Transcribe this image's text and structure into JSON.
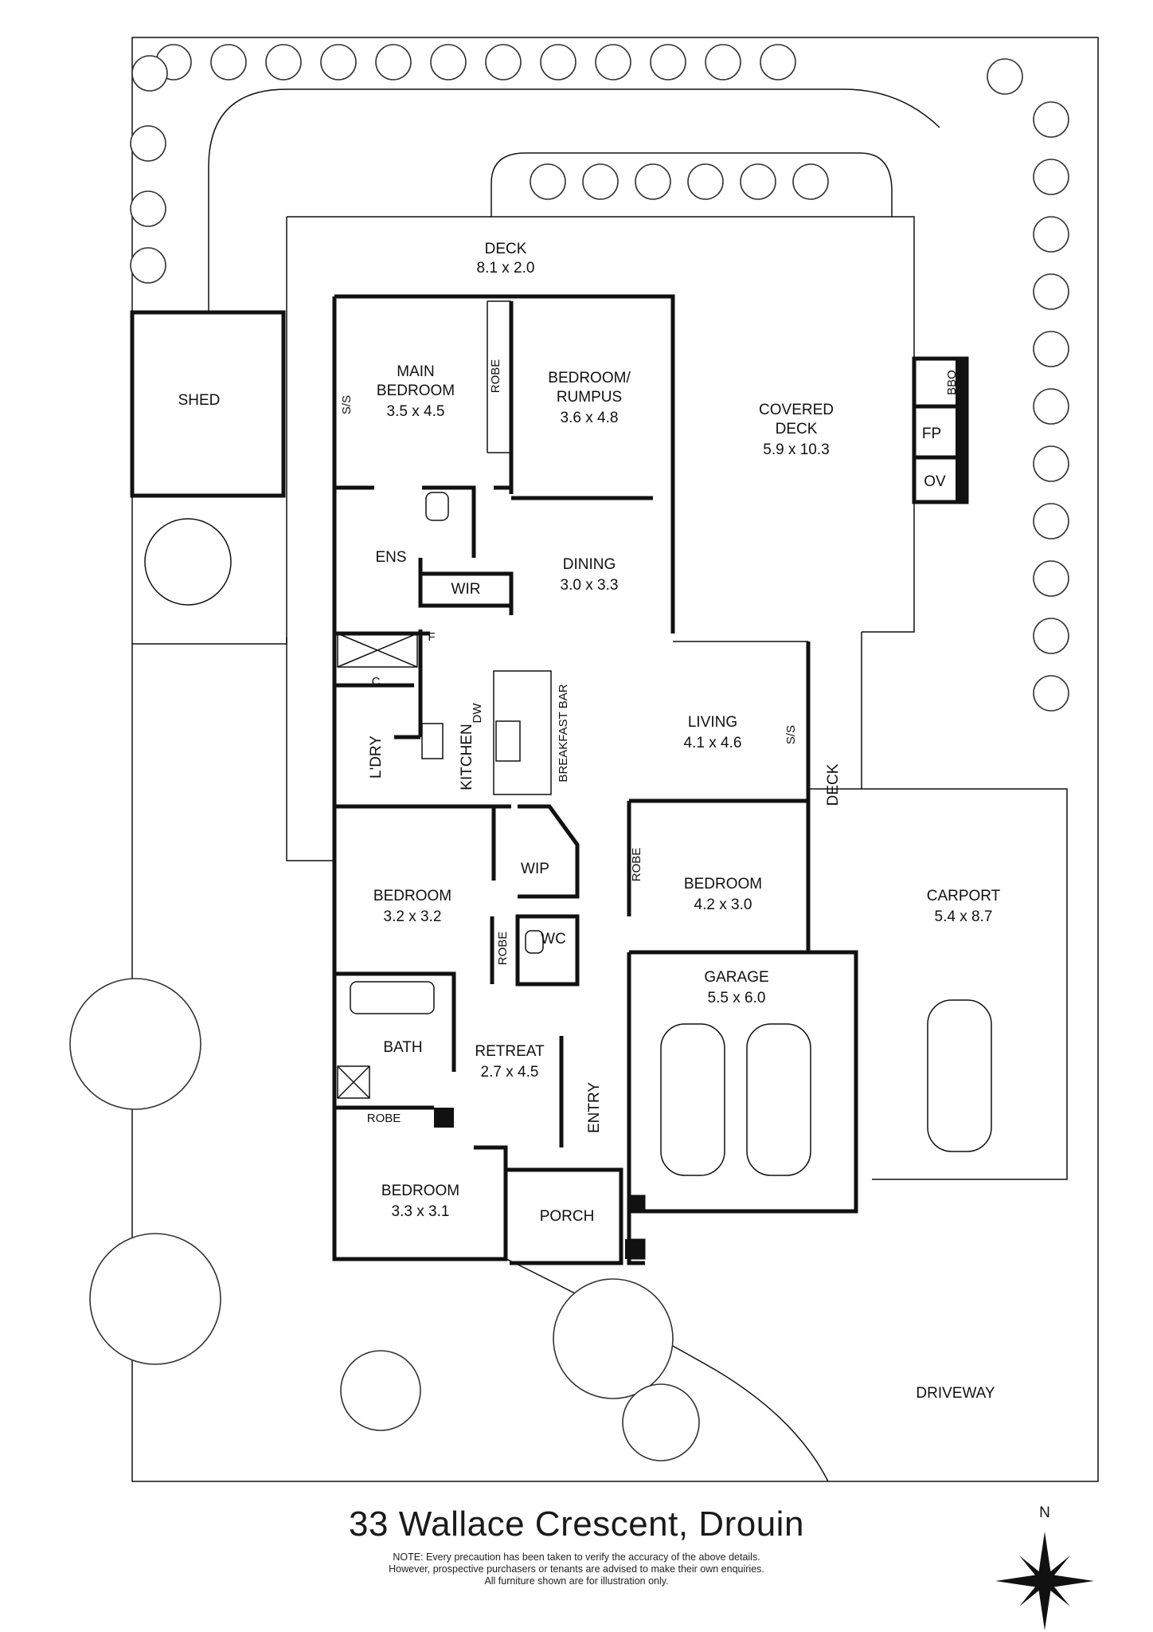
{
  "address": "33 Wallace Crescent, Drouin",
  "note_lines": [
    "NOTE: Every precaution has been taken to verify the accuracy of the above details.",
    "However, prospective purchasers or tenants are advised to make their own enquiries.",
    "All furniture shown are for illustration only."
  ],
  "compass": {
    "north_label": "N"
  },
  "rooms": {
    "deck_top": {
      "name": "DECK",
      "size": "8.1 x 2.0"
    },
    "shed": {
      "name": "SHED"
    },
    "main_bedroom": {
      "name_line1": "MAIN",
      "name_line2": "BEDROOM",
      "size": "3.5 x 4.5"
    },
    "robe_main": {
      "name": "ROBE"
    },
    "ss_main": {
      "name": "S/S"
    },
    "bedroom_rumpus": {
      "name_line1": "BEDROOM/",
      "name_line2": "RUMPUS",
      "size": "3.6 x 4.8"
    },
    "covered_deck": {
      "name_line1": "COVERED",
      "name_line2": "DECK",
      "size": "5.9 x 10.3"
    },
    "bbq": {
      "name": "BBQ"
    },
    "fp": {
      "name": "FP"
    },
    "ov": {
      "name": "OV"
    },
    "ens": {
      "name": "ENS"
    },
    "wir": {
      "name": "WIR"
    },
    "dining": {
      "name": "DINING",
      "size": "3.0 x 3.3"
    },
    "fridge": {
      "name": "F"
    },
    "cupboard": {
      "name": "C"
    },
    "dw": {
      "name": "DW"
    },
    "laundry": {
      "name": "L'DRY"
    },
    "kitchen": {
      "name": "KITCHEN"
    },
    "breakfast_bar": {
      "name": "BREAKFAST BAR"
    },
    "living": {
      "name": "LIVING",
      "size": "4.1 x 4.6"
    },
    "ss_living": {
      "name": "S/S"
    },
    "deck_side": {
      "name": "DECK"
    },
    "bedroom_2": {
      "name": "BEDROOM",
      "size": "3.2 x 3.2"
    },
    "wip": {
      "name": "WIP"
    },
    "robe_wc": {
      "name": "ROBE"
    },
    "wc": {
      "name": "WC"
    },
    "bedroom_3": {
      "name": "BEDROOM",
      "size": "4.2 x 3.0"
    },
    "robe_bed3": {
      "name": "ROBE"
    },
    "carport": {
      "name": "CARPORT",
      "size": "5.4 x 8.7"
    },
    "garage": {
      "name": "GARAGE",
      "size": "5.5 x 6.0"
    },
    "bath": {
      "name": "BATH"
    },
    "retreat": {
      "name": "RETREAT",
      "size": "2.7 x 4.5"
    },
    "entry": {
      "name": "ENTRY"
    },
    "robe_bed4": {
      "name": "ROBE"
    },
    "bedroom_4": {
      "name": "BEDROOM",
      "size": "3.3 x 3.1"
    },
    "porch": {
      "name": "PORCH"
    },
    "driveway": {
      "name": "DRIVEWAY"
    }
  },
  "colors": {
    "wall": "#111111",
    "background": "#ffffff",
    "fill_dark": "#111111"
  }
}
